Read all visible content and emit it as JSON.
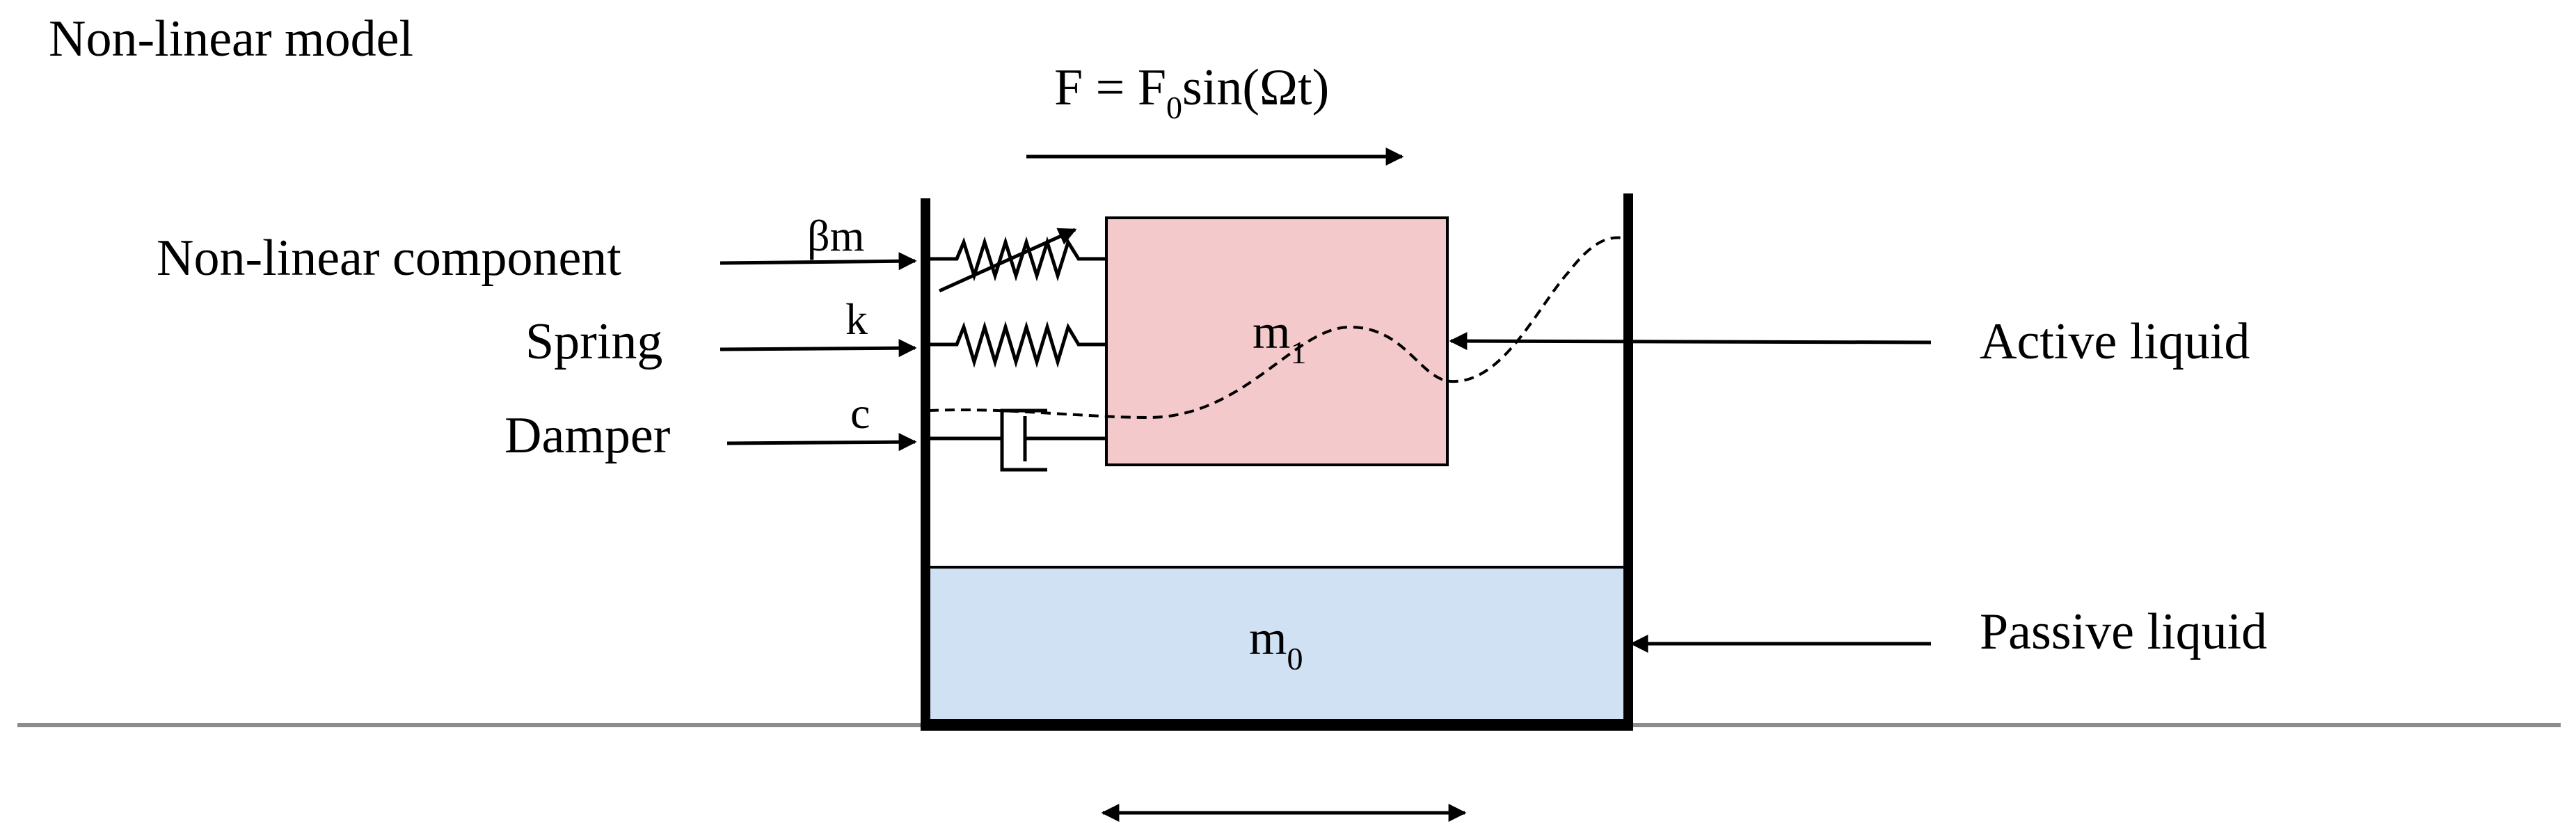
{
  "title": "Non-linear model",
  "force": {
    "prefix": "F = F",
    "subscript": "0",
    "suffix": "sin(Ωt)"
  },
  "components": {
    "nonlinear": {
      "label": "Non-linear component",
      "symbol": "βm"
    },
    "spring": {
      "label": "Spring",
      "symbol": "k"
    },
    "damper": {
      "label": "Damper",
      "symbol": "c"
    }
  },
  "masses": {
    "active": {
      "base": "m",
      "subscript": "1"
    },
    "passive": {
      "base": "m",
      "subscript": "0"
    }
  },
  "liquids": {
    "active": "Active liquid",
    "passive": "Passive liquid"
  },
  "colors": {
    "active_mass_fill": "#f4c9cb",
    "passive_liquid_fill": "#cfe1f3",
    "ground": "#8c8c8c",
    "stroke": "#000000"
  },
  "icons": {
    "force_arrow": "arrow-right-icon",
    "ground_motion": "double-arrow-icon"
  }
}
